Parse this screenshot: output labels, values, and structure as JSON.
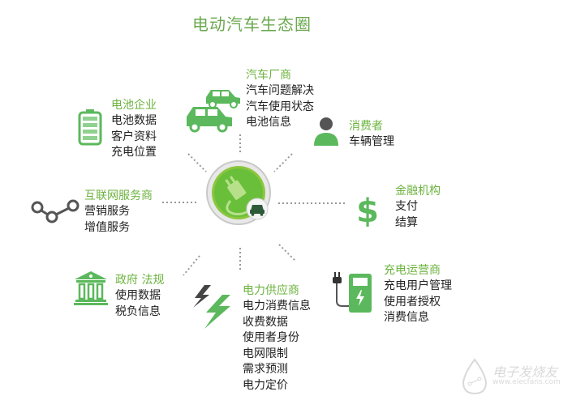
{
  "title": "电动汽车生态圈",
  "colors": {
    "accent_green": "#5cb85c",
    "label_green": "#6db33f",
    "dark_gray": "#555555",
    "text": "#222222"
  },
  "center": {
    "icon": "plug-with-car-icon"
  },
  "nodes": {
    "automaker": {
      "label": "汽车厂商",
      "icon": "cars-icon",
      "items": [
        "汽车问题解决",
        "汽车使用状态",
        "电池信息"
      ]
    },
    "battery": {
      "label": "电池企业",
      "icon": "battery-icon",
      "items": [
        "电池数据",
        "客户资料",
        "充电位置"
      ]
    },
    "consumer": {
      "label": "消费者",
      "icon": "person-icon",
      "items": [
        "车辆管理"
      ]
    },
    "internet": {
      "label": "互联网服务商",
      "icon": "network-nodes-icon",
      "items": [
        "营销服务",
        "增值服务"
      ]
    },
    "finance": {
      "label": "金融机构",
      "icon": "dollar-icon",
      "items": [
        "支付",
        "结算"
      ]
    },
    "government": {
      "label": "政府 法规",
      "icon": "government-building-icon",
      "items": [
        "使用数据",
        "税负信息"
      ]
    },
    "power": {
      "label": "电力供应商",
      "icon": "lightning-icon",
      "items": [
        "电力消费信息",
        "收费数据",
        "使用者身份",
        "电网限制",
        "需求预测",
        "电力定价"
      ]
    },
    "charging": {
      "label": "充电运营商",
      "icon": "charging-station-icon",
      "items": [
        "充电用户管理",
        "使用者授权",
        "消费信息"
      ]
    }
  },
  "watermark": {
    "line1": "电子发烧友",
    "line2": "www.elecfans.com"
  }
}
